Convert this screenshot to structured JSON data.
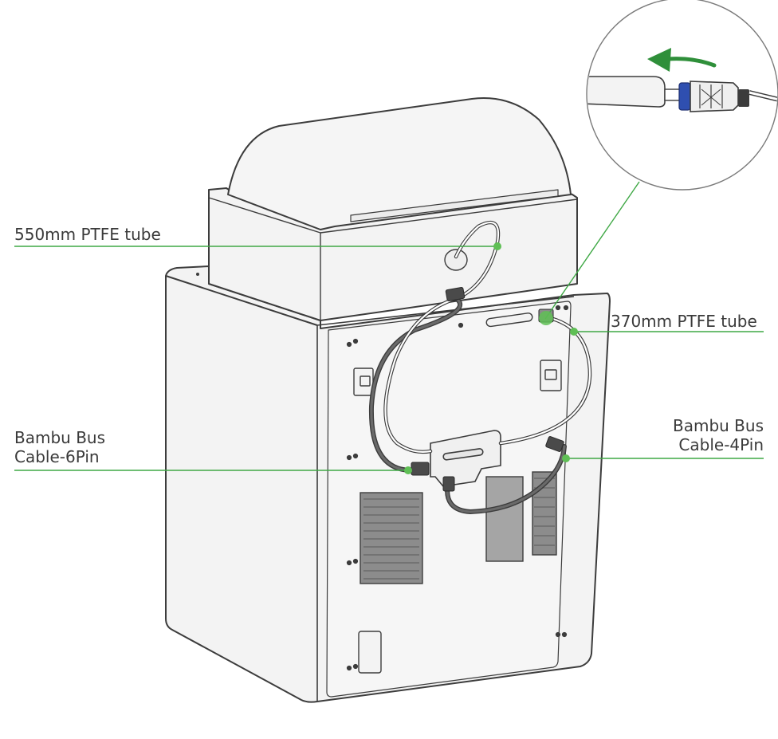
{
  "labels": {
    "ptfe_550": "550mm PTFE tube",
    "ptfe_370": "370mm PTFE tube",
    "bus_6pin_line1": "Bambu Bus",
    "bus_6pin_line2": "Cable-6Pin",
    "bus_4pin_line1": "Bambu Bus",
    "bus_4pin_line2": "Cable-4Pin"
  },
  "colors": {
    "callout": "#3fa845",
    "callout_dot": "#5fbf55",
    "outline": "#3c3c3c",
    "body_fill": "#f2f2f2",
    "cable": "#555555",
    "arrow": "#2f8f3a",
    "coupler_blue": "#2f4fb0"
  },
  "icons": {
    "direction_arrow": "arrow-left-icon"
  }
}
